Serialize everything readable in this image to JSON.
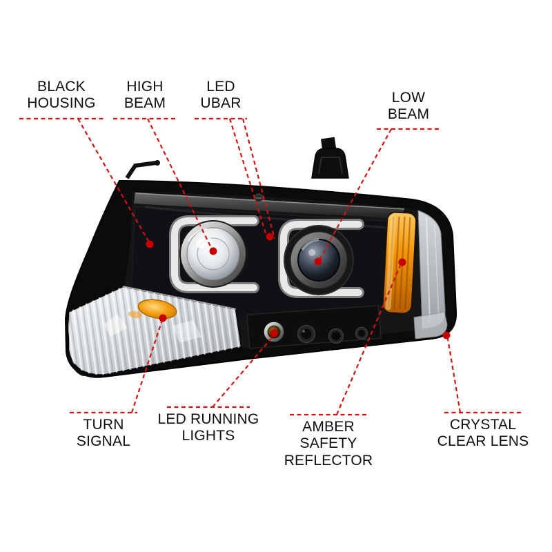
{
  "page": {
    "background_color": "#ffffff"
  },
  "annotation_style": {
    "line_color": "#d01414",
    "dot_color": "#c40000",
    "text_color": "#0e0e0e"
  },
  "callouts": [
    {
      "id": "black-housing",
      "lines": [
        "BLACK",
        "HOUSING"
      ]
    },
    {
      "id": "high-beam",
      "lines": [
        "HIGH",
        "BEAM"
      ]
    },
    {
      "id": "led-ubar",
      "lines": [
        "LED",
        "UBAR"
      ]
    },
    {
      "id": "low-beam",
      "lines": [
        "LOW",
        "BEAM"
      ]
    },
    {
      "id": "turn-signal",
      "lines": [
        "TURN",
        "SIGNAL"
      ]
    },
    {
      "id": "led-running-lights",
      "lines": [
        "LED RUNNING",
        "LIGHTS"
      ]
    },
    {
      "id": "amber-safety-reflector",
      "lines": [
        "AMBER",
        "SAFETY",
        "REFLECTOR"
      ]
    },
    {
      "id": "crystal-clear-lens",
      "lines": [
        "CRYSTAL",
        "CLEAR LENS"
      ]
    }
  ],
  "illustration": {
    "subject": "black housing projector headlight assembly",
    "housing_color": "#0b0b0b",
    "amber_color": "#f08c00"
  }
}
